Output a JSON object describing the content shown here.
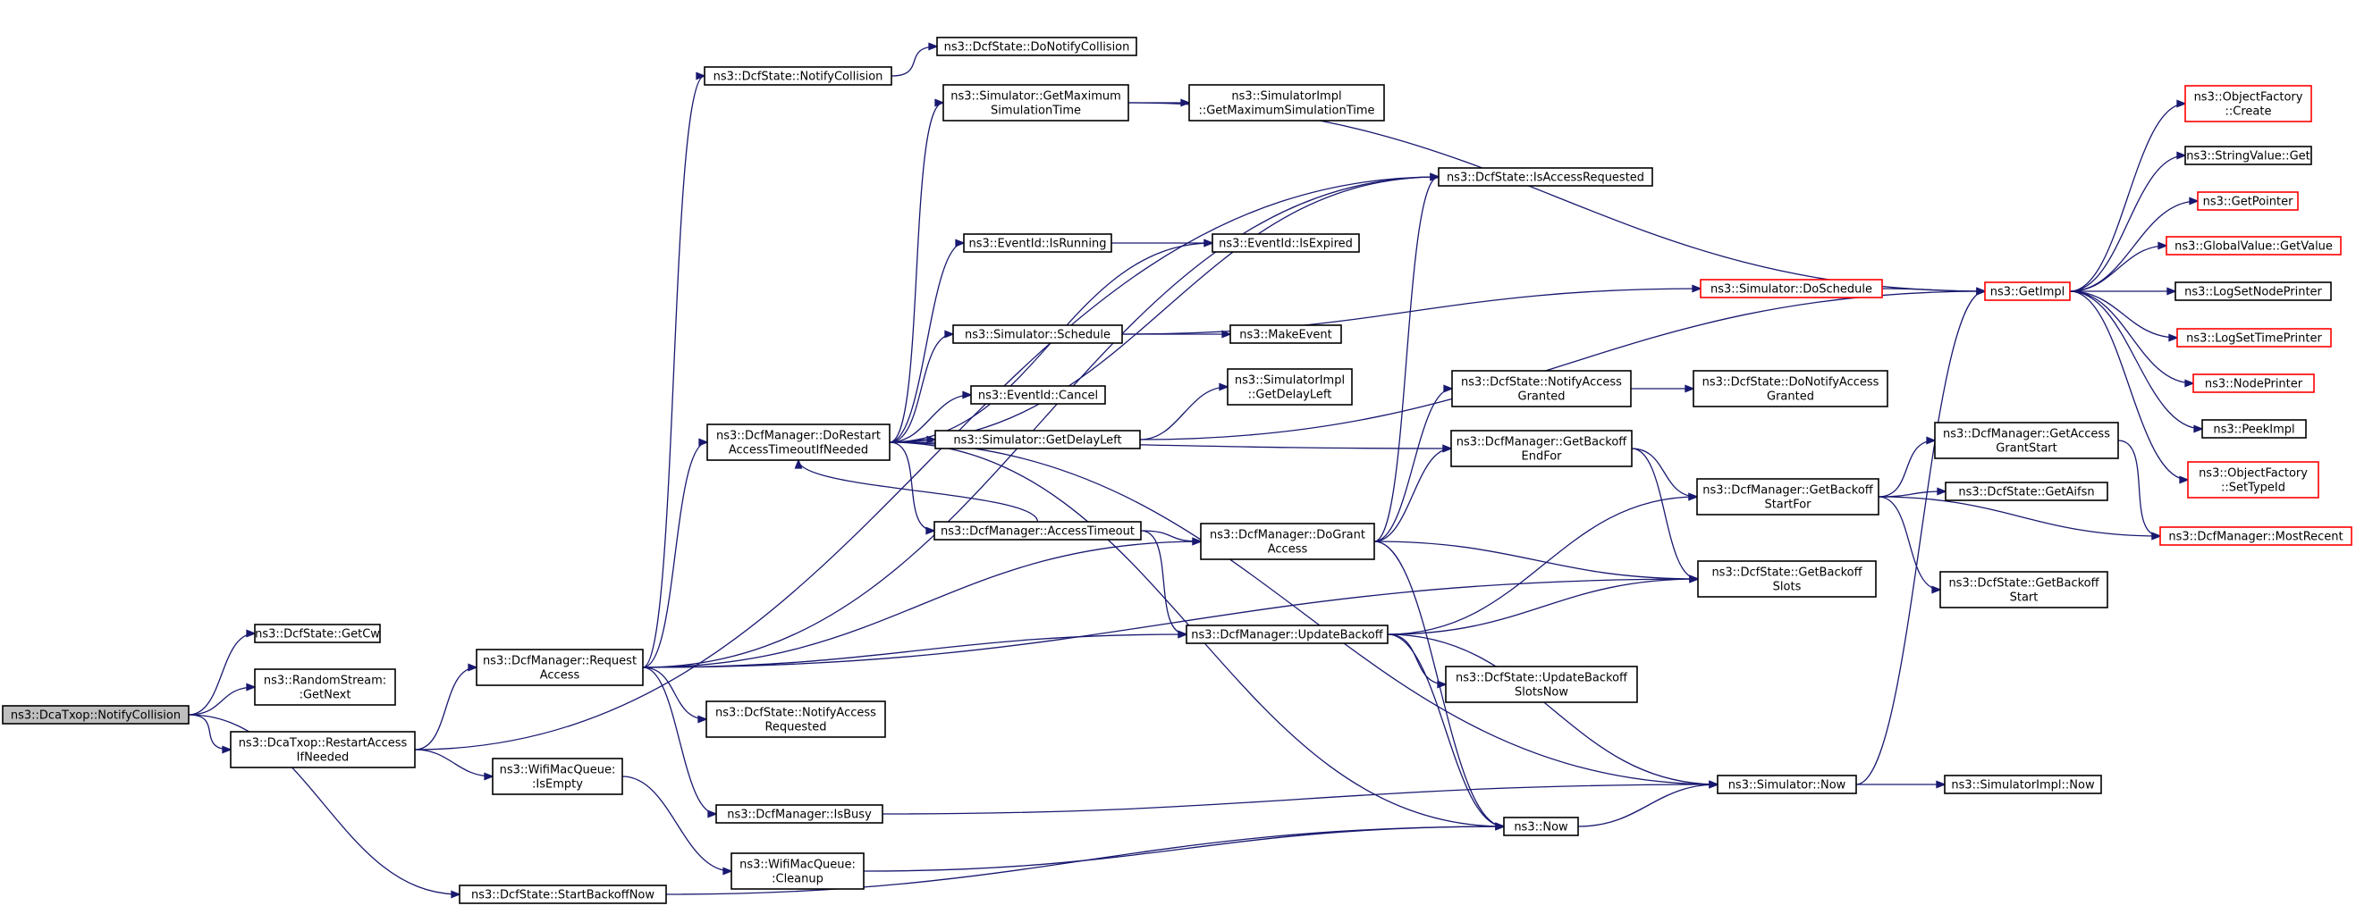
{
  "colors": {
    "edge": "#191970",
    "node_border": "#000000",
    "node_border_truncated": "#ff0000",
    "root_fill": "#bfbfbf",
    "node_fill": "#ffffff"
  },
  "nodes": [
    {
      "id": "root",
      "lines": [
        "ns3::DcaTxop::NotifyCollision"
      ],
      "style": "root"
    },
    {
      "id": "getcw",
      "lines": [
        "ns3::DcfState::GetCw"
      ],
      "style": "normal"
    },
    {
      "id": "rsgetnext",
      "lines": [
        "ns3::RandomStream:",
        ":GetNext"
      ],
      "style": "normal"
    },
    {
      "id": "restartaccess",
      "lines": [
        "ns3::DcaTxop::RestartAccess",
        "IfNeeded"
      ],
      "style": "normal"
    },
    {
      "id": "startbackoffnow",
      "lines": [
        "ns3::DcfState::StartBackoffNow"
      ],
      "style": "normal"
    },
    {
      "id": "requestaccess",
      "lines": [
        "ns3::DcfManager::Request",
        "Access"
      ],
      "style": "normal"
    },
    {
      "id": "wmqisempty",
      "lines": [
        "ns3::WifiMacQueue:",
        ":IsEmpty"
      ],
      "style": "normal"
    },
    {
      "id": "notifycollision",
      "lines": [
        "ns3::DcfState::NotifyCollision"
      ],
      "style": "normal"
    },
    {
      "id": "donotifycollision",
      "lines": [
        "ns3::DcfState::DoNotifyCollision"
      ],
      "style": "normal"
    },
    {
      "id": "dorestart",
      "lines": [
        "ns3::DcfManager::DoRestart",
        "AccessTimeoutIfNeeded"
      ],
      "style": "normal"
    },
    {
      "id": "notifyaccessreq",
      "lines": [
        "ns3::DcfState::NotifyAccess",
        "Requested"
      ],
      "style": "normal"
    },
    {
      "id": "isbusy",
      "lines": [
        "ns3::DcfManager::IsBusy"
      ],
      "style": "normal"
    },
    {
      "id": "cleanup",
      "lines": [
        "ns3::WifiMacQueue:",
        ":Cleanup"
      ],
      "style": "normal"
    },
    {
      "id": "getmaxsim",
      "lines": [
        "ns3::Simulator::GetMaximum",
        "SimulationTime"
      ],
      "style": "normal"
    },
    {
      "id": "simimplgetmax",
      "lines": [
        "ns3::SimulatorImpl",
        "::GetMaximumSimulationTime"
      ],
      "style": "normal"
    },
    {
      "id": "isaccessreq",
      "lines": [
        "ns3::DcfState::IsAccessRequested"
      ],
      "style": "normal"
    },
    {
      "id": "eventisrunning",
      "lines": [
        "ns3::EventId::IsRunning"
      ],
      "style": "normal"
    },
    {
      "id": "eventisexpired",
      "lines": [
        "ns3::EventId::IsExpired"
      ],
      "style": "normal"
    },
    {
      "id": "simschedule",
      "lines": [
        "ns3::Simulator::Schedule"
      ],
      "style": "normal"
    },
    {
      "id": "makeevent",
      "lines": [
        "ns3::MakeEvent"
      ],
      "style": "normal"
    },
    {
      "id": "eventcancel",
      "lines": [
        "ns3::EventId::Cancel"
      ],
      "style": "normal"
    },
    {
      "id": "simgetdelayleft",
      "lines": [
        "ns3::Simulator::GetDelayLeft"
      ],
      "style": "normal"
    },
    {
      "id": "simimplgetdelay",
      "lines": [
        "ns3::SimulatorImpl",
        "::GetDelayLeft"
      ],
      "style": "normal"
    },
    {
      "id": "accesstimeout",
      "lines": [
        "ns3::DcfManager::AccessTimeout"
      ],
      "style": "normal"
    },
    {
      "id": "dogrant",
      "lines": [
        "ns3::DcfManager::DoGrant",
        "Access"
      ],
      "style": "normal"
    },
    {
      "id": "updatebackoff",
      "lines": [
        "ns3::DcfManager::UpdateBackoff"
      ],
      "style": "normal"
    },
    {
      "id": "simdoschedule",
      "lines": [
        "ns3::Simulator::DoSchedule"
      ],
      "style": "truncated"
    },
    {
      "id": "notifyaccessgranted",
      "lines": [
        "ns3::DcfState::NotifyAccess",
        "Granted"
      ],
      "style": "normal"
    },
    {
      "id": "donotifyaccessgranted",
      "lines": [
        "ns3::DcfState::DoNotifyAccess",
        "Granted"
      ],
      "style": "normal"
    },
    {
      "id": "getbackoffendfor",
      "lines": [
        "ns3::DcfManager::GetBackoff",
        "EndFor"
      ],
      "style": "normal"
    },
    {
      "id": "getbackoffslots",
      "lines": [
        "ns3::DcfState::GetBackoff",
        "Slots"
      ],
      "style": "normal"
    },
    {
      "id": "updatebackoffslotsnow",
      "lines": [
        "ns3::DcfState::UpdateBackoff",
        "SlotsNow"
      ],
      "style": "normal"
    },
    {
      "id": "ns3now",
      "lines": [
        "ns3::Now"
      ],
      "style": "normal"
    },
    {
      "id": "simnow",
      "lines": [
        "ns3::Simulator::Now"
      ],
      "style": "normal"
    },
    {
      "id": "simimplnow",
      "lines": [
        "ns3::SimulatorImpl::Now"
      ],
      "style": "normal"
    },
    {
      "id": "getbackoffstartfor",
      "lines": [
        "ns3::DcfManager::GetBackoff",
        "StartFor"
      ],
      "style": "normal"
    },
    {
      "id": "getaccessgrantstart",
      "lines": [
        "ns3::DcfManager::GetAccess",
        "GrantStart"
      ],
      "style": "normal"
    },
    {
      "id": "getaifsn",
      "lines": [
        "ns3::DcfState::GetAifsn"
      ],
      "style": "normal"
    },
    {
      "id": "getbackoffstart",
      "lines": [
        "ns3::DcfState::GetBackoff",
        "Start"
      ],
      "style": "normal"
    },
    {
      "id": "mostrecent",
      "lines": [
        "ns3::DcfManager::MostRecent"
      ],
      "style": "truncated"
    },
    {
      "id": "getimpl",
      "lines": [
        "ns3::GetImpl"
      ],
      "style": "truncated"
    },
    {
      "id": "ofcreate",
      "lines": [
        "ns3::ObjectFactory",
        "::Create"
      ],
      "style": "truncated"
    },
    {
      "id": "stringvalueget",
      "lines": [
        "ns3::StringValue::Get"
      ],
      "style": "normal"
    },
    {
      "id": "getpointer",
      "lines": [
        "ns3::GetPointer"
      ],
      "style": "truncated"
    },
    {
      "id": "globalvaluegetvalue",
      "lines": [
        "ns3::GlobalValue::GetValue"
      ],
      "style": "truncated"
    },
    {
      "id": "logsetnodeprinter",
      "lines": [
        "ns3::LogSetNodePrinter"
      ],
      "style": "normal"
    },
    {
      "id": "logsettimeprinter",
      "lines": [
        "ns3::LogSetTimePrinter"
      ],
      "style": "truncated"
    },
    {
      "id": "nodeprinter",
      "lines": [
        "ns3::NodePrinter"
      ],
      "style": "truncated"
    },
    {
      "id": "peekimpl",
      "lines": [
        "ns3::PeekImpl"
      ],
      "style": "normal"
    },
    {
      "id": "ofsettypeid",
      "lines": [
        "ns3::ObjectFactory",
        "::SetTypeId"
      ],
      "style": "truncated"
    }
  ],
  "edges": [
    [
      "root",
      "getcw"
    ],
    [
      "root",
      "rsgetnext"
    ],
    [
      "root",
      "restartaccess"
    ],
    [
      "root",
      "startbackoffnow"
    ],
    [
      "restartaccess",
      "requestaccess"
    ],
    [
      "restartaccess",
      "wmqisempty"
    ],
    [
      "restartaccess",
      "isaccessreq"
    ],
    [
      "wmqisempty",
      "cleanup"
    ],
    [
      "requestaccess",
      "notifycollision"
    ],
    [
      "requestaccess",
      "dorestart"
    ],
    [
      "requestaccess",
      "notifyaccessreq"
    ],
    [
      "requestaccess",
      "isbusy"
    ],
    [
      "requestaccess",
      "dogrant"
    ],
    [
      "requestaccess",
      "updatebackoff"
    ],
    [
      "requestaccess",
      "isaccessreq"
    ],
    [
      "requestaccess",
      "getbackoffslots"
    ],
    [
      "notifycollision",
      "donotifycollision"
    ],
    [
      "dorestart",
      "getmaxsim"
    ],
    [
      "dorestart",
      "isaccessreq"
    ],
    [
      "dorestart",
      "eventisrunning"
    ],
    [
      "dorestart",
      "eventisexpired"
    ],
    [
      "dorestart",
      "simschedule"
    ],
    [
      "dorestart",
      "eventcancel"
    ],
    [
      "dorestart",
      "simgetdelayleft"
    ],
    [
      "dorestart",
      "accesstimeout"
    ],
    [
      "dorestart",
      "getbackoffendfor"
    ],
    [
      "dorestart",
      "ns3now"
    ],
    [
      "dorestart",
      "simnow"
    ],
    [
      "getmaxsim",
      "simimplgetmax"
    ],
    [
      "getmaxsim",
      "getimpl"
    ],
    [
      "eventisrunning",
      "eventisexpired"
    ],
    [
      "simschedule",
      "makeevent"
    ],
    [
      "simschedule",
      "simdoschedule"
    ],
    [
      "simgetdelayleft",
      "simimplgetdelay"
    ],
    [
      "simgetdelayleft",
      "getimpl"
    ],
    [
      "accesstimeout",
      "dorestart"
    ],
    [
      "accesstimeout",
      "dogrant"
    ],
    [
      "accesstimeout",
      "updatebackoff"
    ],
    [
      "dogrant",
      "isaccessreq"
    ],
    [
      "dogrant",
      "notifyaccessgranted"
    ],
    [
      "dogrant",
      "getbackoffendfor"
    ],
    [
      "dogrant",
      "getbackoffslots"
    ],
    [
      "dogrant",
      "ns3now"
    ],
    [
      "notifyaccessgranted",
      "donotifyaccessgranted"
    ],
    [
      "getbackoffendfor",
      "getbackoffstartfor"
    ],
    [
      "getbackoffendfor",
      "getbackoffslots"
    ],
    [
      "updatebackoff",
      "getbackoffstartfor"
    ],
    [
      "updatebackoff",
      "getbackoffslots"
    ],
    [
      "updatebackoff",
      "updatebackoffslotsnow"
    ],
    [
      "updatebackoff",
      "ns3now"
    ],
    [
      "updatebackoff",
      "simnow"
    ],
    [
      "getbackoffstartfor",
      "getaccessgrantstart"
    ],
    [
      "getbackoffstartfor",
      "getaifsn"
    ],
    [
      "getbackoffstartfor",
      "getbackoffstart"
    ],
    [
      "getbackoffstartfor",
      "mostrecent"
    ],
    [
      "getaccessgrantstart",
      "mostrecent"
    ],
    [
      "isbusy",
      "simnow"
    ],
    [
      "cleanup",
      "ns3now"
    ],
    [
      "startbackoffnow",
      "ns3now"
    ],
    [
      "ns3now",
      "simnow"
    ],
    [
      "simnow",
      "simimplnow"
    ],
    [
      "simnow",
      "getimpl"
    ],
    [
      "simdoschedule",
      "getimpl"
    ],
    [
      "getimpl",
      "ofcreate"
    ],
    [
      "getimpl",
      "stringvalueget"
    ],
    [
      "getimpl",
      "getpointer"
    ],
    [
      "getimpl",
      "globalvaluegetvalue"
    ],
    [
      "getimpl",
      "logsetnodeprinter"
    ],
    [
      "getimpl",
      "logsettimeprinter"
    ],
    [
      "getimpl",
      "nodeprinter"
    ],
    [
      "getimpl",
      "peekimpl"
    ],
    [
      "getimpl",
      "ofsettypeid"
    ]
  ]
}
